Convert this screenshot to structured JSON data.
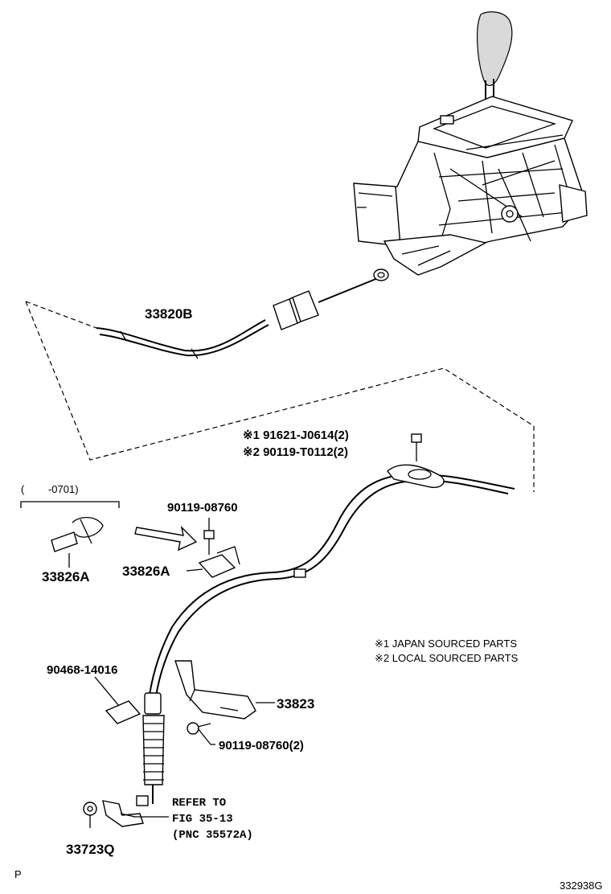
{
  "diagram": {
    "part_labels": {
      "cable": "33820B",
      "bracket_left": "33826A",
      "bracket_mid": "33826A",
      "bolt_top": "90119-08760",
      "clip": "90468-14016",
      "bracket_right": "33823",
      "bolt_bottom": "90119-08760(2)",
      "grommet": "33723Q"
    },
    "sourced_parts": {
      "japan_line": "※1 91621-J0614(2)",
      "local_line": "※2 90119-T0112(2)"
    },
    "date_range": "(　　 -0701)",
    "legend": {
      "japan": "※1 JAPAN SOURCED PARTS",
      "local": "※2 LOCAL SOURCED PARTS"
    },
    "reference": {
      "line1": "REFER TO",
      "line2": "FIG 35-13",
      "line3": "(PNC 35572A)"
    },
    "corner_mark": "P",
    "figure_id": "332938G"
  }
}
